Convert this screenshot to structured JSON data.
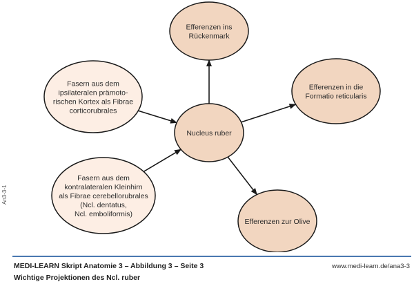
{
  "colors": {
    "node_fill_output": "#f2d6c0",
    "node_fill_input": "#fdeee4",
    "stroke": "#1a1a1a",
    "rule": "#4a78b0"
  },
  "side_label": "An3-3-1",
  "nodes": [
    {
      "id": "center",
      "kind": "output",
      "lines": [
        "Nucleus ruber"
      ]
    },
    {
      "id": "rueckenmark",
      "kind": "output",
      "lines": [
        "Efferenzen ins",
        "Rückenmark"
      ]
    },
    {
      "id": "formatio",
      "kind": "output",
      "lines": [
        "Efferenzen in die",
        "Formatio reticularis"
      ]
    },
    {
      "id": "olive",
      "kind": "output",
      "lines": [
        "Efferenzen zur Olive"
      ]
    },
    {
      "id": "kortex",
      "kind": "input",
      "lines": [
        "Fasern aus dem",
        "ipsilateralen prämoto-",
        "rischen Kortex als Fibrae",
        "corticorubrales"
      ]
    },
    {
      "id": "kleinhirn",
      "kind": "input",
      "lines": [
        "Fasern aus dem",
        "kontralateralen Kleinhirn",
        "als Fibrae cerebellorubrales",
        "(Ncl. dentatus,",
        "Ncl. emboliformis)"
      ]
    }
  ],
  "edges": [
    {
      "from": "center",
      "to": "rueckenmark"
    },
    {
      "from": "center",
      "to": "formatio"
    },
    {
      "from": "center",
      "to": "olive"
    },
    {
      "from": "kortex",
      "to": "center"
    },
    {
      "from": "kleinhirn",
      "to": "center"
    }
  ],
  "footer": {
    "title": "MEDI-LEARN Skript Anatomie 3 – Abbildung 3 – Seite 3",
    "subtitle": "Wichtige Projektionen des Ncl. ruber",
    "url": "www.medi-learn.de/ana3-3"
  }
}
